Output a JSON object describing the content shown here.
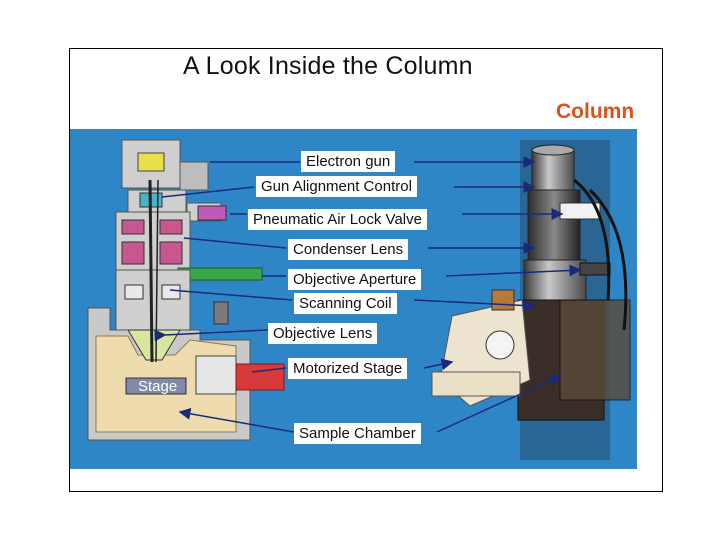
{
  "title": "A Look Inside the Column",
  "column_label": "Column",
  "stage_label": "Stage",
  "labels": {
    "electron_gun": "Electron gun",
    "gun_alignment": "Gun Alignment Control",
    "pneumatic_valve": "Pneumatic Air Lock Valve",
    "condenser_lens": "Condenser Lens",
    "objective_aperture": "Objective Aperture",
    "scanning_coil": "Scanning Coil",
    "objective_lens": "Objective Lens",
    "motorized_stage": "Motorized Stage",
    "sample_chamber": "Sample Chamber"
  },
  "colors": {
    "background_panel": "#2f86c6",
    "column_accent": "#d9541c",
    "chamber_fill": "#efdcae",
    "condenser_fill": "#c8578f",
    "aperture_fill": "#3aa64a",
    "motor_fill": "#d83a3a"
  }
}
